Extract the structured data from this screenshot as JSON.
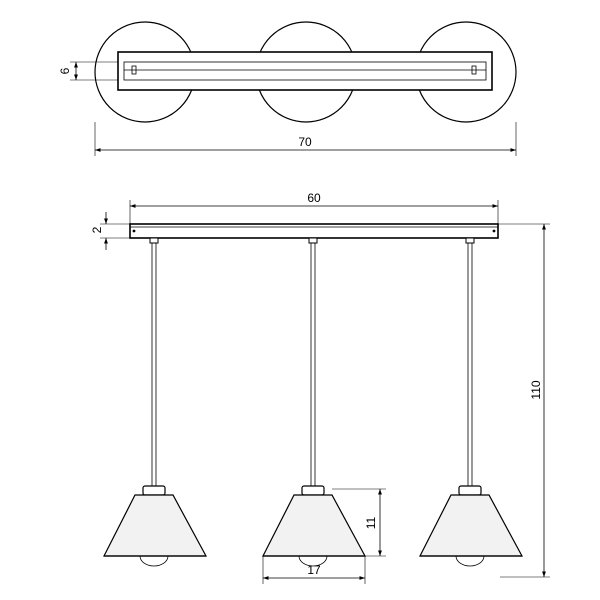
{
  "drawing": {
    "top_view": {
      "width_label": "70",
      "depth_label": "6"
    },
    "front_view": {
      "canopy_length_label": "60",
      "canopy_height_label": "2",
      "total_height_label": "110",
      "shade_height_label": "11",
      "shade_diameter_label": "17"
    }
  }
}
